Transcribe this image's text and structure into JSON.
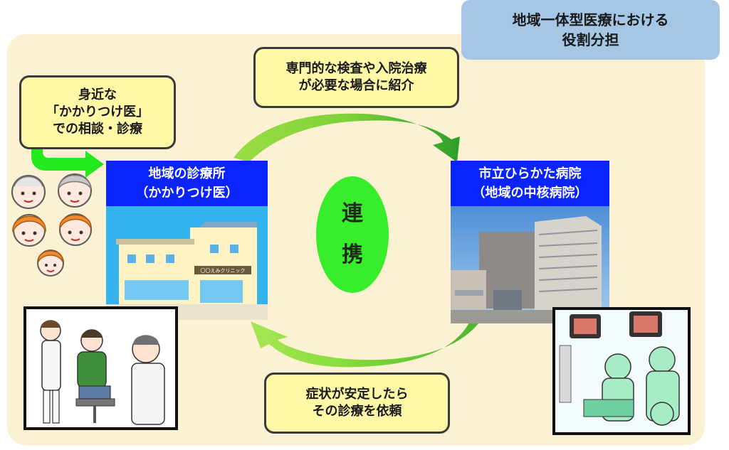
{
  "title": {
    "line1": "地域一体型医療における",
    "line2": "役割分担"
  },
  "callouts": {
    "consult": {
      "line1": "身近な",
      "line2": "「かかりつけ医」",
      "line3": "での相談・診療"
    },
    "refer": {
      "line1": "専門的な検査や入院治療",
      "line2": "が必要な場合に紹介"
    },
    "return": {
      "line1": "症状が安定したら",
      "line2": "その診療を依頼"
    }
  },
  "clinic": {
    "line1": "地域の診療所",
    "line2": "（かかりつけ医）",
    "sign": "〇〇えみクリニック"
  },
  "hospital": {
    "line1": "市立ひらかた病院",
    "line2": "（地域の中核病院）"
  },
  "center": {
    "char1": "連",
    "char2": "携"
  },
  "colors": {
    "panel": "#fdf1d4",
    "title_bg": "#a6c6e6",
    "callout_bg": "#fff8a6",
    "header_blue": "#0a23ff",
    "ellipse_green": "#38ed2b",
    "arrow_green": "#86dd3a"
  }
}
